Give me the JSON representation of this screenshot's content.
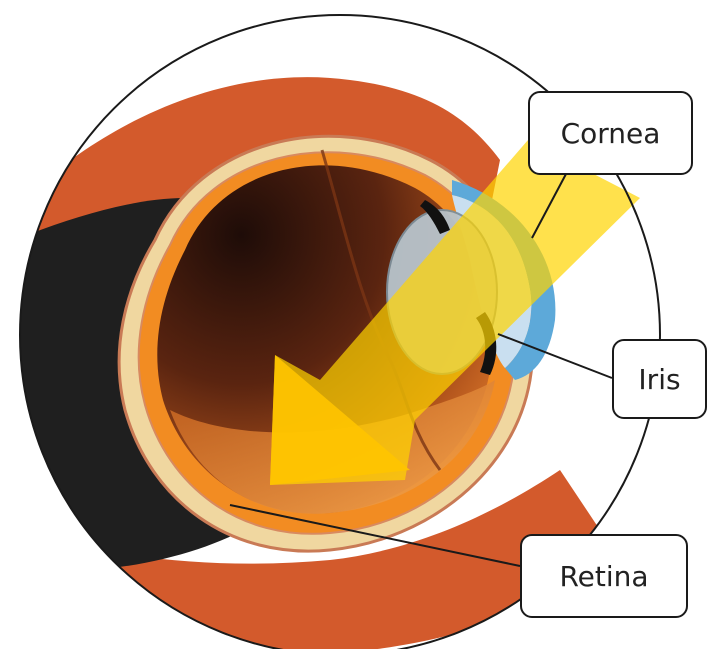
{
  "labels": {
    "cornea": "Cornea",
    "iris": "Iris",
    "retina": "Retina"
  },
  "colors": {
    "outer_tissue": "#d35a2c",
    "black_nerve": "#1f1f1f",
    "sclera_cream": "#f0d7a0",
    "choroid_orange": "#f28c22",
    "cornea_blue": "#5da9d9",
    "lens_grey": "#b8c4cc",
    "light_beam": "#ffd400",
    "line": "#1a1a1a"
  },
  "icons": {
    "light_direction": "arrow-icon"
  }
}
